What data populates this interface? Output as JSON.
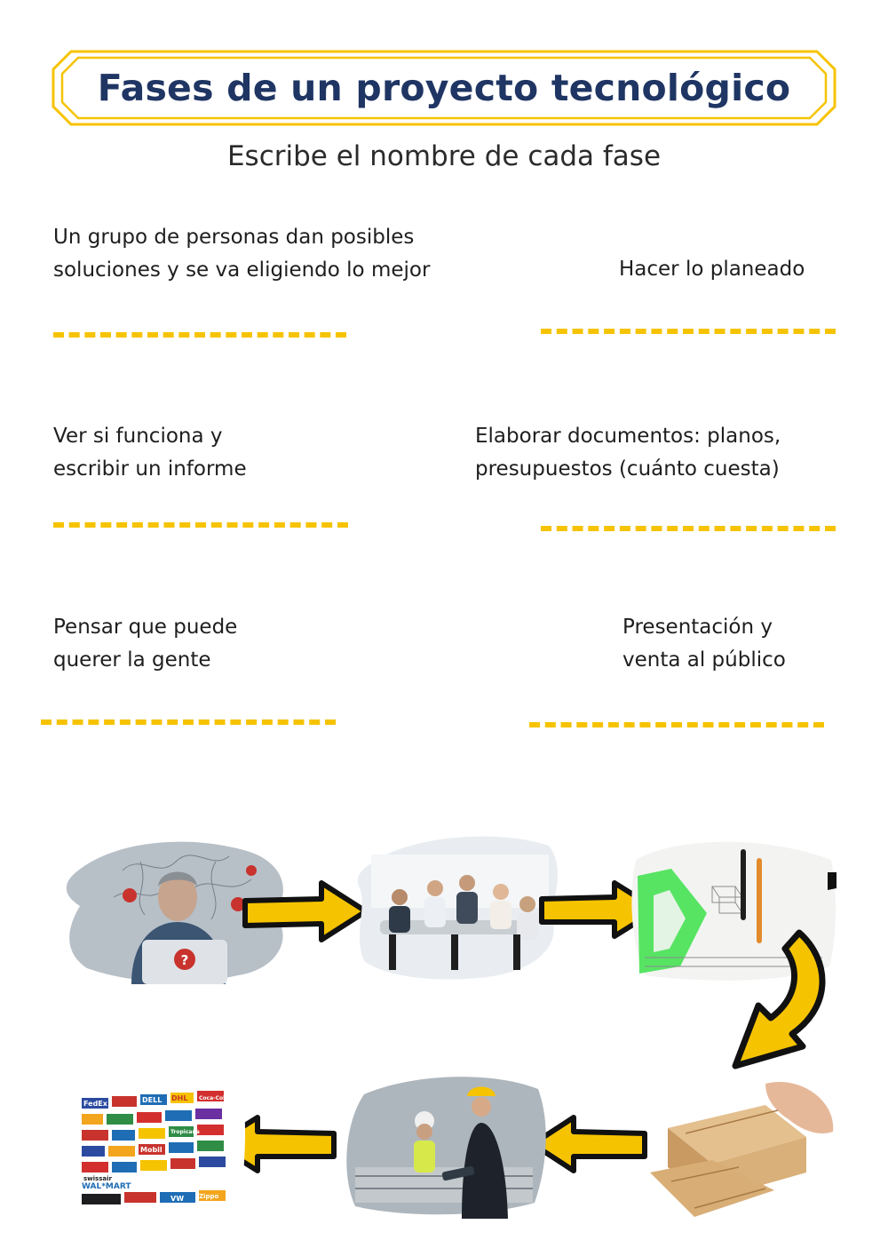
{
  "title": "Fases de un proyecto tecnológico",
  "subtitle": "Escribe el nombre de cada fase",
  "clues": [
    {
      "lines": [
        "Un grupo de personas dan posibles",
        "soluciones  y se va eligiendo lo mejor"
      ]
    },
    {
      "lines": [
        "Hacer lo planeado"
      ]
    },
    {
      "lines": [
        "Ver si funciona y",
        "escribir un informe"
      ]
    },
    {
      "lines": [
        "Elaborar documentos: planos,",
        "presupuestos (cuánto cuesta)"
      ]
    },
    {
      "lines": [
        "Pensar que puede",
        "querer la gente"
      ]
    },
    {
      "lines": [
        "Presentación y",
        "venta al público"
      ]
    }
  ],
  "colors": {
    "title": "#1f3563",
    "frame": "#f6c300",
    "dash": "#f6c300",
    "arrow_fill": "#f6c300",
    "arrow_outline": "#111111"
  },
  "images": [
    {
      "name": "thinking-man-photo"
    },
    {
      "name": "team-meeting-photo"
    },
    {
      "name": "technical-drawing-photo"
    },
    {
      "name": "wood-construction-photo"
    },
    {
      "name": "engineers-factory-photo"
    },
    {
      "name": "brand-logos-photo"
    }
  ],
  "logo_texts": [
    "FedEx",
    "DELL",
    "DHL",
    "Mobil",
    "WAL*MART",
    "swissair",
    "Tropicana",
    "Zippo",
    "Coca-Cola",
    "VW"
  ]
}
